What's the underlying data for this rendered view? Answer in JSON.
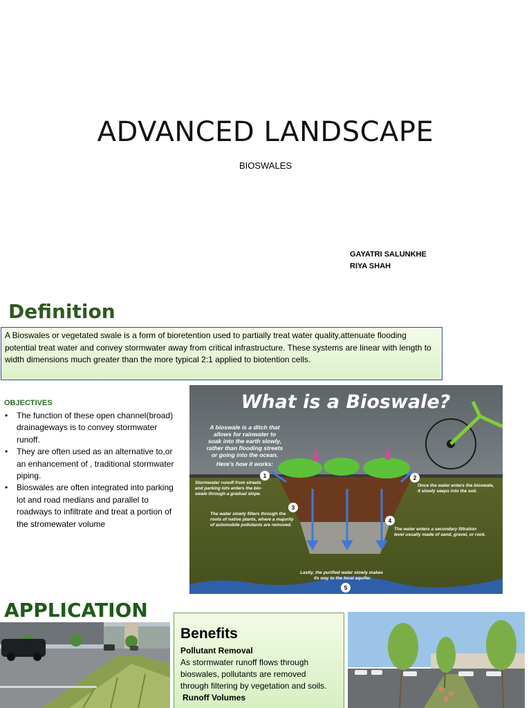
{
  "title_slide": {
    "title": "ADVANCED LANDSCAPE",
    "subtitle": "BIOSWALES",
    "authors": [
      "GAYATRI SALUNKHE",
      "RIYA SHAH"
    ]
  },
  "definition": {
    "heading": "Definition",
    "text": "A Bioswales or vegetated swale is a form of bioretention used to partially treat water quality,attenuate flooding potential treat water and convey stormwater away from critical  infrastructure. These systems are linear with length to width dimensions much greater than the more typical 2:1 applied to biotention cells."
  },
  "objectives": {
    "heading": "OBJECTIVES",
    "items": [
      "The function of these open channel(broad) drainageways is to convey stormwater runoff.",
      "They are often used as an alternative to,or an enhancement of , traditional stormwater piping.",
      "Bioswales are often integrated into parking lot and road medians and parallel to roadways to infiltrate and treat a portion of the stromewater volume"
    ]
  },
  "diagram": {
    "title": "What is a Bioswale?",
    "intro": [
      "A bioswale is a ditch that",
      "allows for rainwater to",
      "soak into the earth slowly,",
      "rather than flooding streets",
      "or going into the ocean."
    ],
    "how": "Here's how it works:",
    "steps": [
      {
        "num": "1",
        "lines": [
          "Stormwater runoff from streets",
          "and parking lots enters the bio-",
          "swale through a gradual slope."
        ]
      },
      {
        "num": "2",
        "lines": [
          "Once the water enters the bioswale,",
          "it slowly seeps into the soil."
        ]
      },
      {
        "num": "3",
        "lines": [
          "The water slowly filters through the",
          "roots of native plants, where a majority",
          "of automobile pollutants are removed."
        ]
      },
      {
        "num": "4",
        "lines": [
          "The water enters a secondary filtration",
          "level usually made of sand, gravel, or rock."
        ]
      },
      {
        "num": "5",
        "lines": [
          "Lastly,  the purified water slowly makes",
          "its way to the local aquifer."
        ]
      }
    ],
    "colors": {
      "sky": "#6c7378",
      "ground": "#4f5a24",
      "soil": "#6b3a1e",
      "gravel": "#9c9c94",
      "water": "#2f5fa8",
      "bike": "#7fcf3a"
    }
  },
  "application": {
    "heading": "APPLICATION",
    "benefits": {
      "title": "Benefits",
      "sub1": "Pollutant Removal",
      "body": [
        "As stormwater runoff flows through",
        "bioswales, pollutants are removed",
        "through filtering by vegetation and soils."
      ],
      "sub2": "Runoff Volumes"
    }
  }
}
